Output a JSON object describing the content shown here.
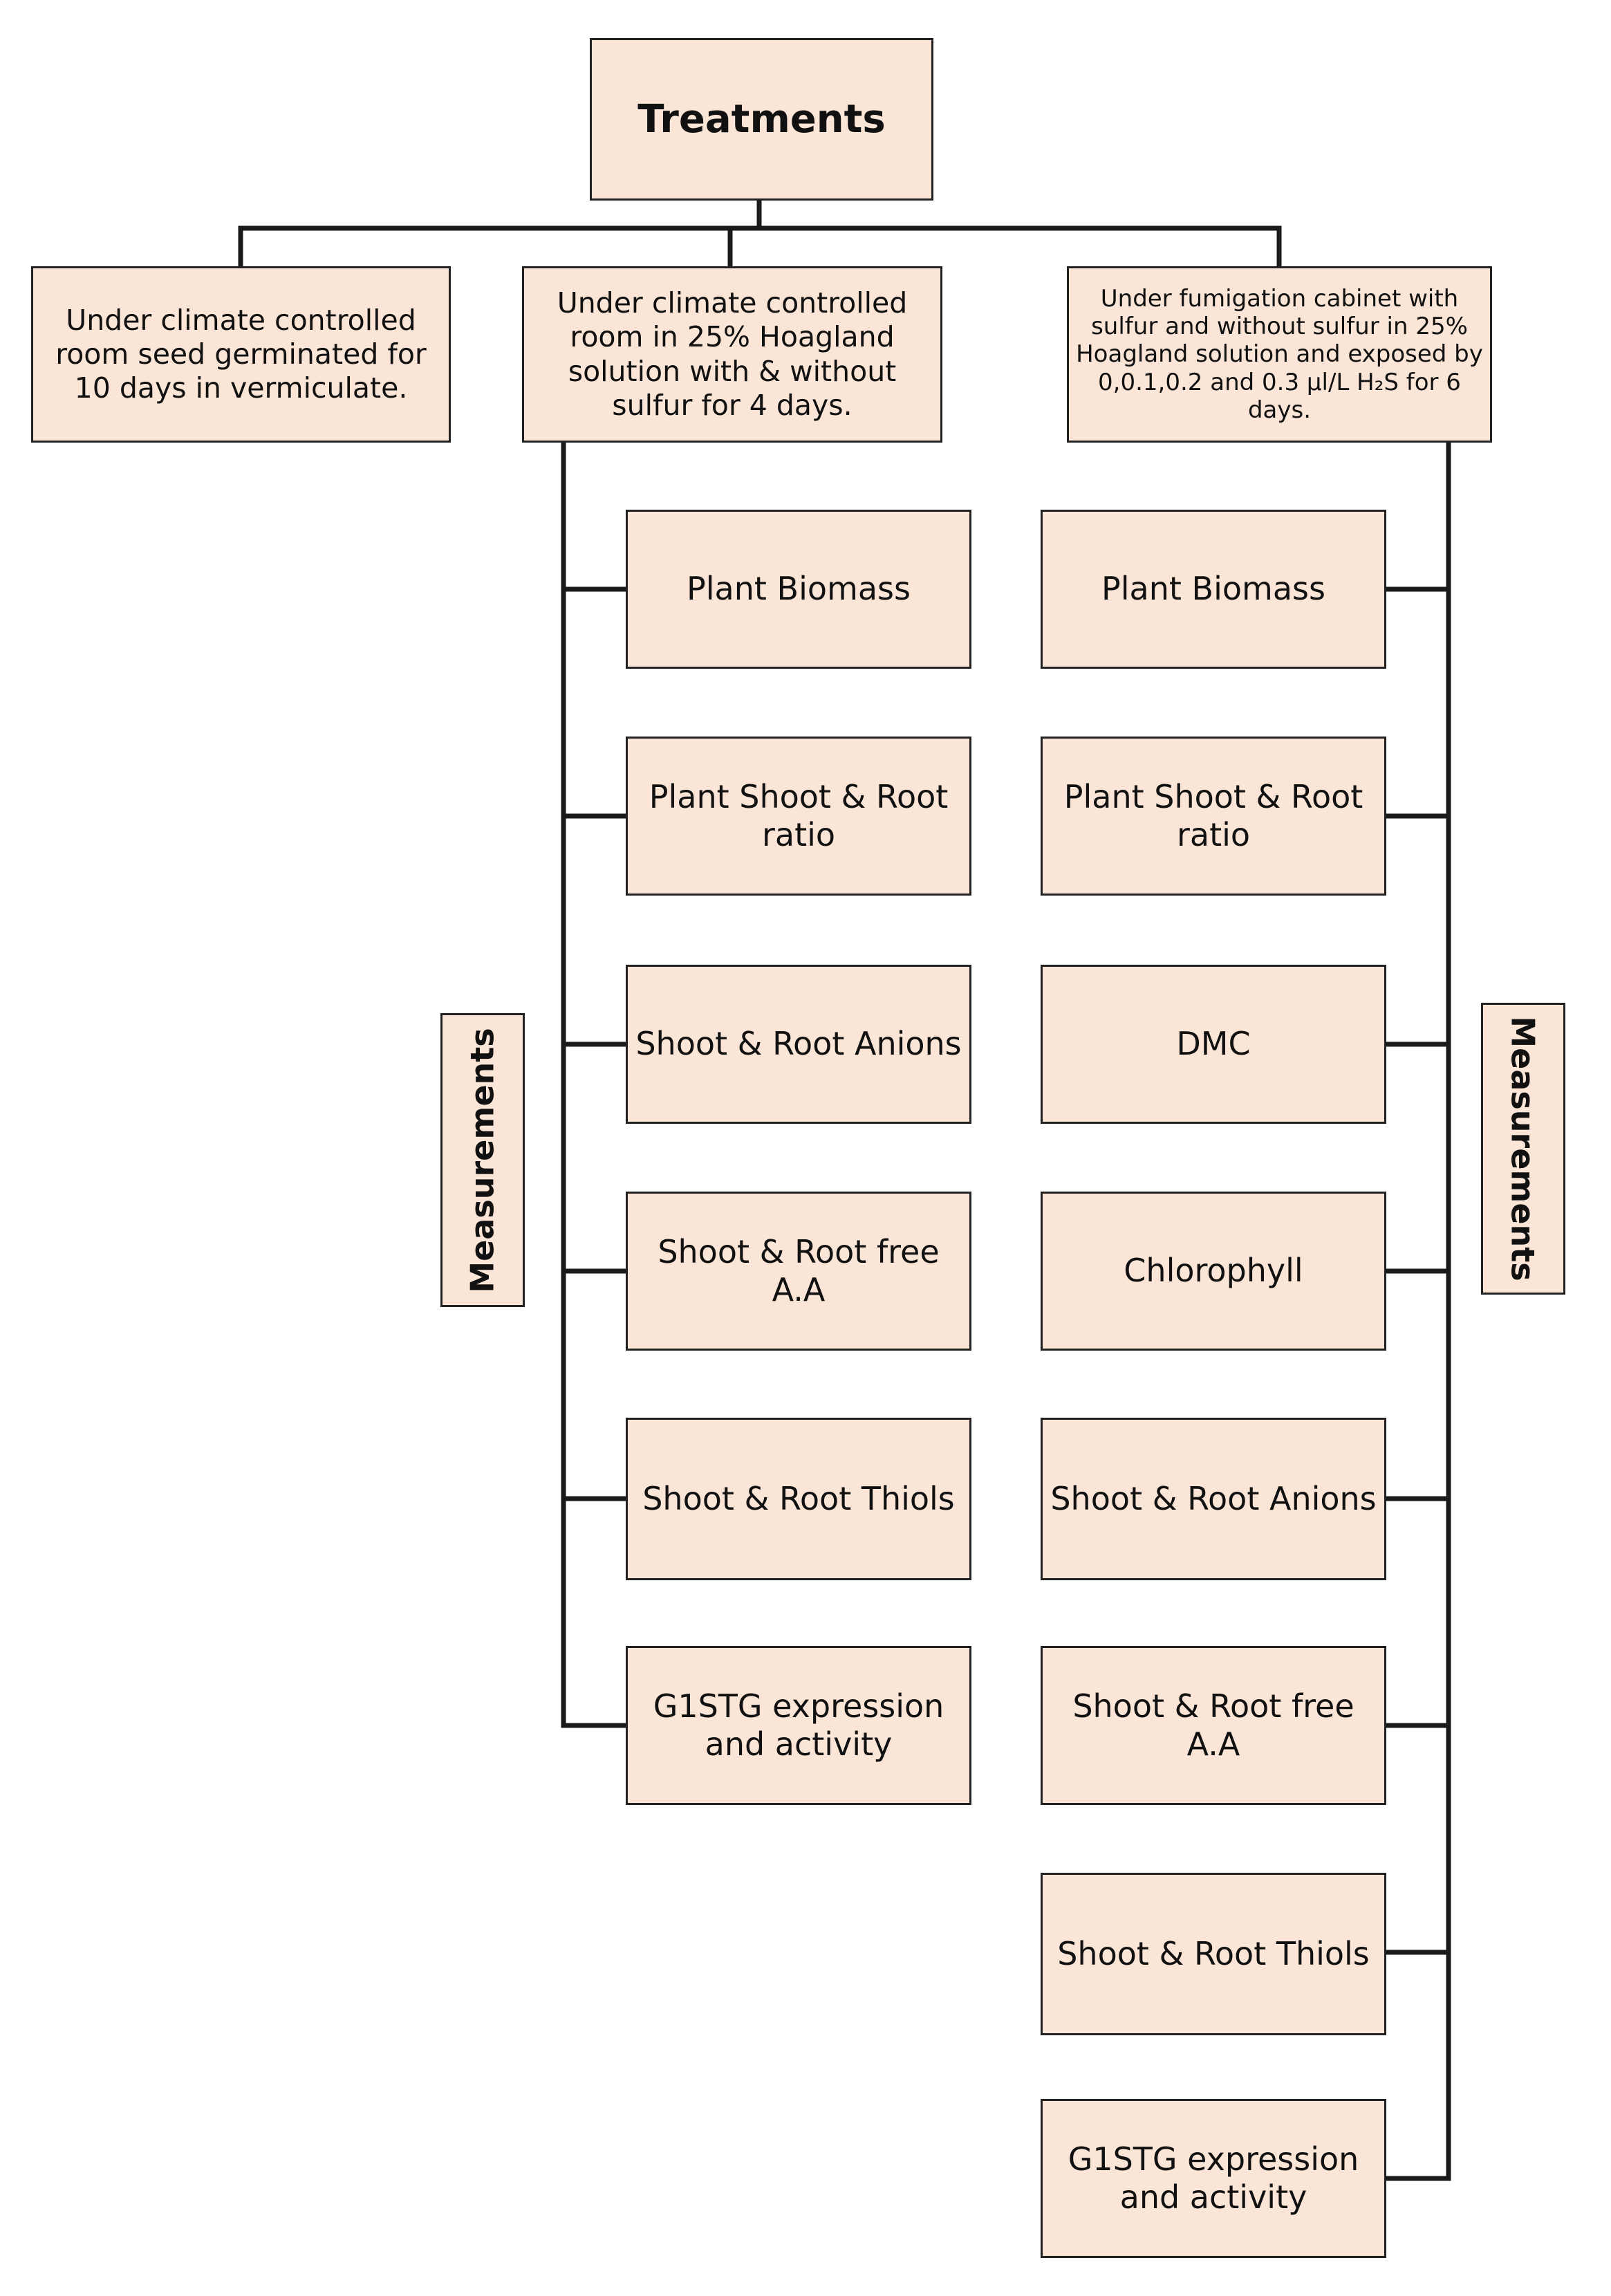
{
  "title": "Treatments",
  "conditions": {
    "germination": "Under climate controlled room seed germinated for 10 days in vermiculate.",
    "hoagland": "Under climate controlled room in 25% Hoagland solution with & without sulfur for 4 days.",
    "fumigation": "Under fumigation cabinet with sulfur and without sulfur in 25% Hoagland solution and exposed by 0,0.1,0.2 and 0.3 µl/L H₂S for 6 days."
  },
  "left_branch": {
    "label": "Measurements",
    "items": [
      "Plant Biomass",
      "Plant Shoot & Root ratio",
      "Shoot & Root Anions",
      "Shoot & Root free A.A",
      "Shoot & Root Thiols",
      "G1STG expression and activity"
    ]
  },
  "right_branch": {
    "label": "Measurements",
    "items": [
      "Plant Biomass",
      "Plant Shoot & Root ratio",
      "DMC",
      "Chlorophyll",
      "Shoot & Root Anions",
      "Shoot & Root free A.A",
      "Shoot & Root Thiols",
      "G1STG expression and activity"
    ]
  },
  "colors": {
    "box_fill": "#fbe5d6",
    "line": "#1a1a1a"
  }
}
